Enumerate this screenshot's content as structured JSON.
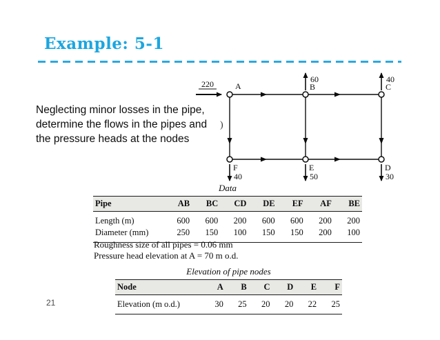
{
  "slide": {
    "title": "Example: 5-1",
    "page_number": "21",
    "accent_color": "#1ca6e0"
  },
  "problem_text": {
    "line1": "Neglecting minor losses in the pipe,",
    "line2": "determine the flows in the pipes and",
    "line3": "the pressure heads at the nodes",
    "stray_mark": ")"
  },
  "diagram": {
    "inflow_label": "220",
    "node_labels": {
      "a": "A",
      "b": "B",
      "c": "C",
      "d": "D",
      "e": "E",
      "f": "F"
    },
    "outflow_labels": {
      "b": "60",
      "c": "40",
      "f": "40",
      "e": "50",
      "d": "30"
    }
  },
  "tables": {
    "pipe_data": {
      "title": "Data",
      "headers": [
        "Pipe",
        "AB",
        "BC",
        "CD",
        "DE",
        "EF",
        "AF",
        "BE"
      ],
      "rows": [
        [
          "Length (m)",
          "600",
          "600",
          "200",
          "600",
          "600",
          "200",
          "200"
        ],
        [
          "Diameter (mm)",
          "250",
          "150",
          "100",
          "150",
          "150",
          "200",
          "100"
        ]
      ]
    },
    "node_elevation": {
      "title": "Elevation of pipe nodes",
      "headers": [
        "Node",
        "A",
        "B",
        "C",
        "D",
        "E",
        "F"
      ],
      "rows": [
        [
          "Elevation (m o.d.)",
          "30",
          "25",
          "20",
          "20",
          "22",
          "25"
        ]
      ]
    }
  },
  "notes": {
    "roughness": "Roughness size of all pipes = 0.06 mm",
    "pressure_head": "Pressure head elevation at A = 70 m o.d."
  }
}
